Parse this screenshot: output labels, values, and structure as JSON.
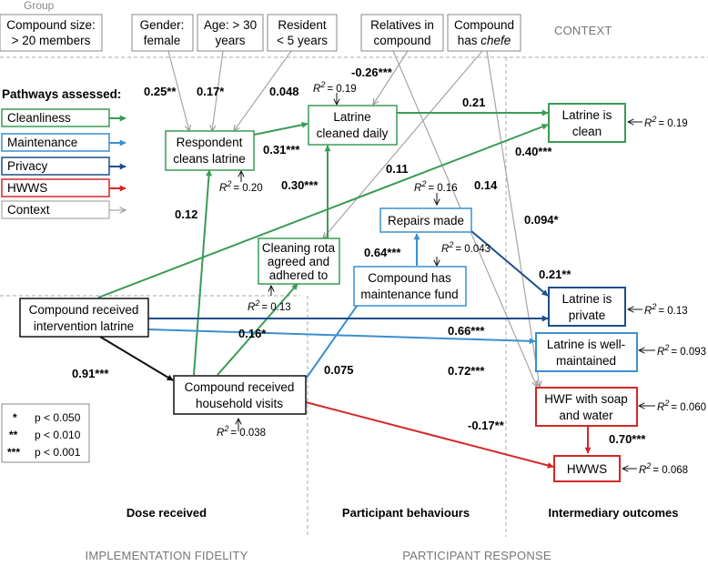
{
  "group_heading": "Group",
  "context_heading": "CONTEXT",
  "context_nodes": {
    "size": [
      "Compound size:",
      "> 20 members"
    ],
    "gender": [
      "Gender:",
      "female"
    ],
    "age": [
      "Age: > 30",
      "years"
    ],
    "resident": [
      "Resident",
      "< 5 years"
    ],
    "relatives": [
      "Relatives in",
      "compound"
    ],
    "chefe": [
      "Compound",
      "has chefe"
    ]
  },
  "legend": {
    "title": "Pathways assessed:",
    "items": [
      {
        "label": "Cleanliness",
        "color": "#3a9c55"
      },
      {
        "label": "Maintenance",
        "color": "#3a8fd0"
      },
      {
        "label": "Privacy",
        "color": "#1d4f8a"
      },
      {
        "label": "HWWS",
        "color": "#d42727"
      },
      {
        "label": "Context",
        "color": "#a6a6a6"
      }
    ]
  },
  "significance": [
    {
      "stars": "*",
      "p": "p < 0.050"
    },
    {
      "stars": "**",
      "p": "p < 0.010"
    },
    {
      "stars": "***",
      "p": "p < 0.001"
    }
  ],
  "nodes": {
    "respondent": [
      "Respondent",
      "cleans latrine"
    ],
    "daily": [
      "Latrine",
      "cleaned daily"
    ],
    "rota": [
      "Cleaning rota",
      "agreed and",
      "adhered to"
    ],
    "repairs": [
      "Repairs made"
    ],
    "fund": [
      "Compound has",
      "maintenance fund"
    ],
    "interv": [
      "Compound received",
      "intervention latrine"
    ],
    "visits": [
      "Compound received",
      "household visits"
    ],
    "clean": [
      "Latrine is",
      "clean"
    ],
    "private": [
      "Latrine is",
      "private"
    ],
    "wellmaint": [
      "Latrine is well-",
      "maintained"
    ],
    "hwf": [
      "HWF with soap",
      "and water"
    ],
    "hwws": [
      "HWWS"
    ]
  },
  "r_squared": {
    "prefix": "R",
    "sup": "2",
    "daily": "= 0.19",
    "respondent": "= 0.20",
    "repairs": "= 0.16",
    "fund": "= 0.043",
    "rota": "= 0.13",
    "visits": "= 0.038",
    "clean": "= 0.19",
    "private": "= 0.13",
    "wellmaint": "= 0.093",
    "hwf": "= 0.060",
    "hwws": "= 0.068"
  },
  "coefficients": {
    "size_resp": "0.25**",
    "gender_resp": "0.17*",
    "resident_resp": "0.048",
    "relatives_daily": "-0.26***",
    "daily_clean": "0.21",
    "resp_daily": "0.31***",
    "rota_daily": "0.30***",
    "visits_resp": "0.12",
    "chefe_rota": "0.11",
    "relatives_hwf": "0.14",
    "interv_clean": "0.40***",
    "chefe_hwf": "0.094*",
    "fund_repairs": "0.64***",
    "repairs_private": "0.21**",
    "interv_private": "0.66***",
    "interv_wellmaint": "0.72***",
    "interv_visits": "0.91***",
    "visits_rota": "0.16*",
    "visits_fund": "0.075",
    "visits_hwws": "-0.17**",
    "hwf_hwws": "0.70***"
  },
  "sections": {
    "dose": "Dose received",
    "behaviours": "Participant behaviours",
    "intermediary": "Intermediary outcomes",
    "impl": "IMPLEMENTATION FIDELITY",
    "response": "PARTICIPANT RESPONSE"
  }
}
